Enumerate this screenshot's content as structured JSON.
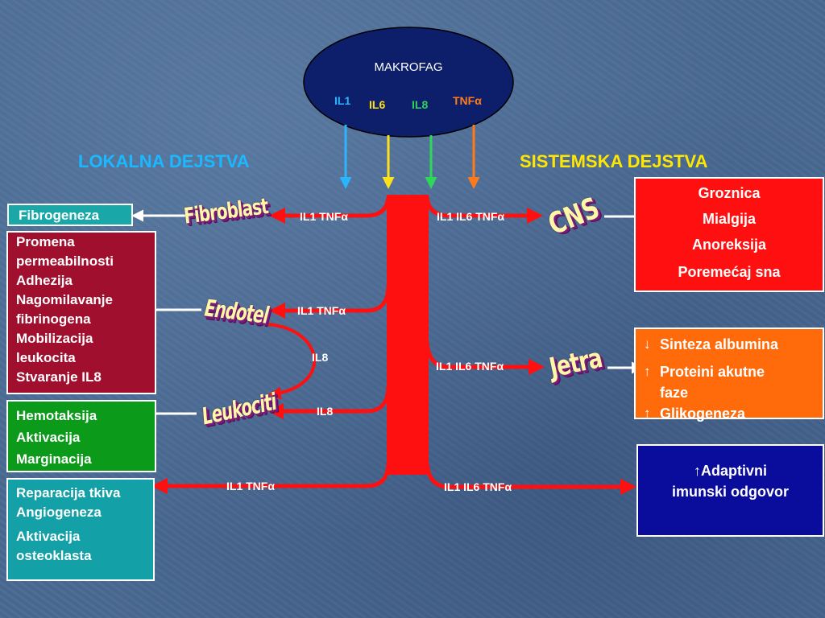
{
  "macrophage": {
    "title": "MAKROFAG",
    "cytokines": [
      {
        "label": "IL1",
        "color": "#29b6ff"
      },
      {
        "label": "IL6",
        "color": "#ffe11a"
      },
      {
        "label": "IL8",
        "color": "#2ed65a"
      },
      {
        "label": "TNFα",
        "color": "#ff7a1a"
      }
    ]
  },
  "headings": {
    "local": "LOKALNA DEJSTVA",
    "systemic": "SISTEMSKA DEJSTVA"
  },
  "cells": {
    "fibroblast": "Fibroblast",
    "endotel": "Endotel",
    "leukociti": "Leukociti",
    "cns": "CNS",
    "jetra": "Jetra"
  },
  "arrow_labels": {
    "fibroblast": "IL1 TNFα",
    "endotel": "IL1 TNFα",
    "il8_curve": "IL8",
    "leukociti": "IL8",
    "reparacija": "IL1 TNFα",
    "cns": "IL1 IL6 TNFα",
    "jetra": "IL1 IL6 TNFα",
    "imunski": "IL1 IL6 TNFα"
  },
  "local_boxes": {
    "fibrogeneza": {
      "lines": [
        "Fibrogeneza"
      ]
    },
    "endotel_effects": {
      "lines": [
        "Promena",
        "permeabilnosti",
        "Adhezija",
        "Nagomilavanje",
        "fibrinogena",
        "Mobilizacija",
        "leukocita",
        "Stvaranje IL8"
      ]
    },
    "leukocyte_effects": {
      "lines": [
        "Hemotaksija",
        "Aktivacija",
        "Marginacija"
      ]
    },
    "repair_effects": {
      "lines": [
        "Reparacija tkiva",
        "Angiogeneza",
        "Aktivacija",
        "osteoklasta"
      ]
    }
  },
  "systemic_boxes": {
    "cns_effects": {
      "lines": [
        "Groznica",
        "Mialgija",
        "Anoreksija",
        "Poremećaj sna"
      ]
    },
    "liver_effects": {
      "items": [
        {
          "text": "Sinteza albumina",
          "direction": "down"
        },
        {
          "text": "Proteini akutne faze",
          "direction": "up"
        },
        {
          "text": "Glikogeneza",
          "direction": "up"
        }
      ]
    },
    "immune_effects": {
      "lines": [
        "Adaptivni",
        "imunski odgovor"
      ],
      "direction": "up"
    }
  },
  "colors": {
    "trunk": "#ff1010",
    "macrophage_fill": "#0d1f6b",
    "heading_local": "#19b8ff",
    "heading_systemic": "#ffe600",
    "box_fibrogeneza": "#1aa7a8",
    "box_endotel": "#a0102e",
    "box_leukociti": "#0c9a1a",
    "box_reparacija": "#13a0a6",
    "box_cns": "#ff0f0f",
    "box_jetra": "#ff6a0a",
    "box_imunski": "#0a0c9c"
  }
}
